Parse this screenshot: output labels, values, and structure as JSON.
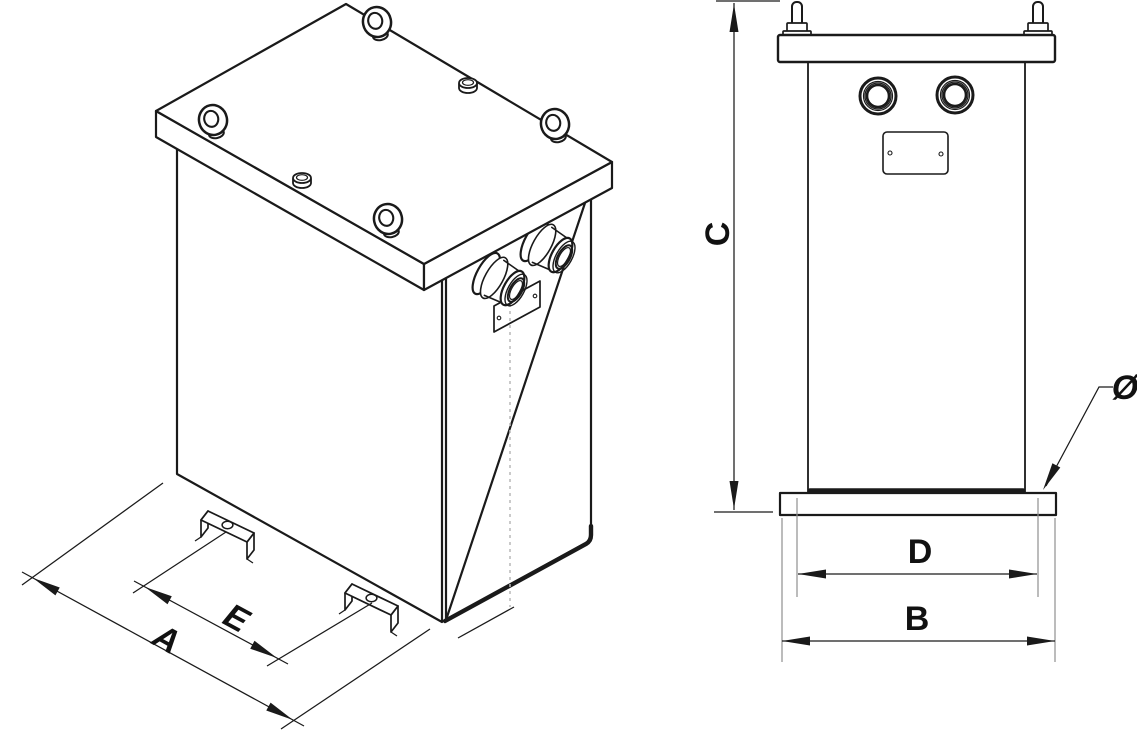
{
  "views": {
    "isometric": {
      "dim_a": "A",
      "dim_e": "E"
    },
    "front": {
      "dim_c": "C",
      "dim_d": "D",
      "dim_b": "B",
      "dim_diameter": "Ø"
    }
  },
  "colors": {
    "line": "#1a1a1a",
    "extension_line": "#8f8f8f",
    "centerline": "#b9b9b9",
    "background": "#ffffff"
  }
}
